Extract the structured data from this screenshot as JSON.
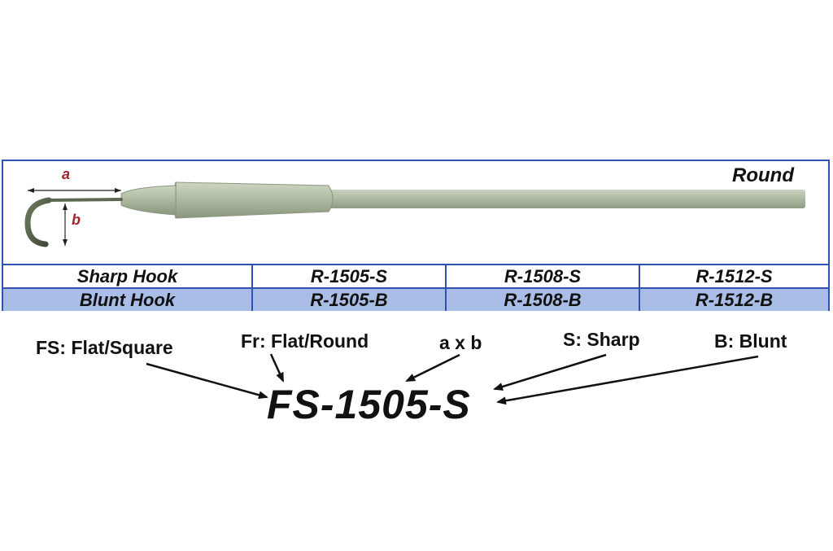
{
  "diagram": {
    "profile_label": "Round",
    "dimension_labels": {
      "a": "a",
      "b": "b"
    },
    "table": [
      {
        "label": "Sharp Hook",
        "codes": [
          "R-1505-S",
          "R-1508-S",
          "R-1512-S"
        ]
      },
      {
        "label": "Blunt Hook",
        "codes": [
          "R-1505-B",
          "R-1508-B",
          "R-1512-B"
        ]
      }
    ],
    "legend": {
      "fs": "FS: Flat/Square",
      "fr": "Fr: Flat/Round",
      "axb": "a x b",
      "sharp": "S: Sharp",
      "blunt": "B: Blunt"
    },
    "example_code": "FS-1505-S"
  },
  "colors": {
    "frame_border": "#2f52b0",
    "blunt_row_fill": "#a9bde6",
    "tool_metal": "#a8b49c",
    "dimension_text": "#a3232a"
  }
}
